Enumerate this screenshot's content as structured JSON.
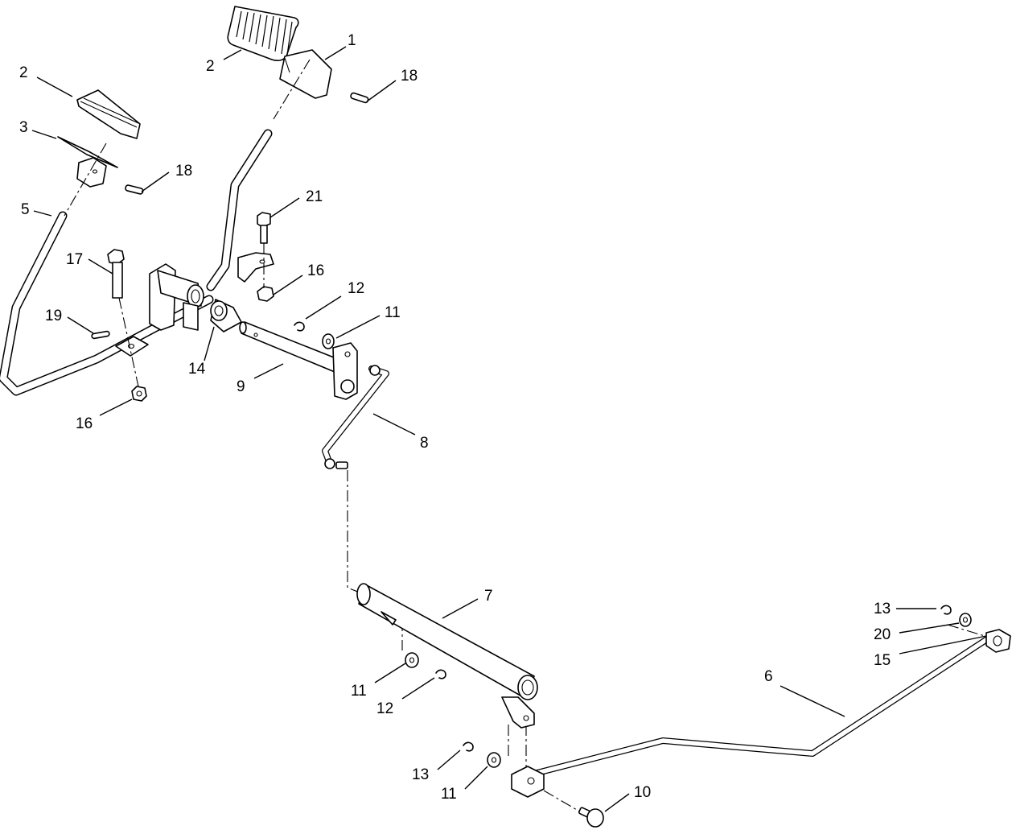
{
  "callouts": [
    {
      "id": "c1",
      "text": "1"
    },
    {
      "id": "c2a",
      "text": "2"
    },
    {
      "id": "c18a",
      "text": "18"
    },
    {
      "id": "c2b",
      "text": "2"
    },
    {
      "id": "c3",
      "text": "3"
    },
    {
      "id": "c18b",
      "text": "18"
    },
    {
      "id": "c5",
      "text": "5"
    },
    {
      "id": "c21",
      "text": "21"
    },
    {
      "id": "c17",
      "text": "17"
    },
    {
      "id": "c16a",
      "text": "16"
    },
    {
      "id": "c12a",
      "text": "12"
    },
    {
      "id": "c11a",
      "text": "11"
    },
    {
      "id": "c19",
      "text": "19"
    },
    {
      "id": "c14",
      "text": "14"
    },
    {
      "id": "c9",
      "text": "9"
    },
    {
      "id": "c16b",
      "text": "16"
    },
    {
      "id": "c8",
      "text": "8"
    },
    {
      "id": "c7",
      "text": "7"
    },
    {
      "id": "c13a",
      "text": "13"
    },
    {
      "id": "c20",
      "text": "20"
    },
    {
      "id": "c15",
      "text": "15"
    },
    {
      "id": "c6",
      "text": "6"
    },
    {
      "id": "c11b",
      "text": "11"
    },
    {
      "id": "c12b",
      "text": "12"
    },
    {
      "id": "c13b",
      "text": "13"
    },
    {
      "id": "c11c",
      "text": "11"
    },
    {
      "id": "c10",
      "text": "10"
    }
  ]
}
